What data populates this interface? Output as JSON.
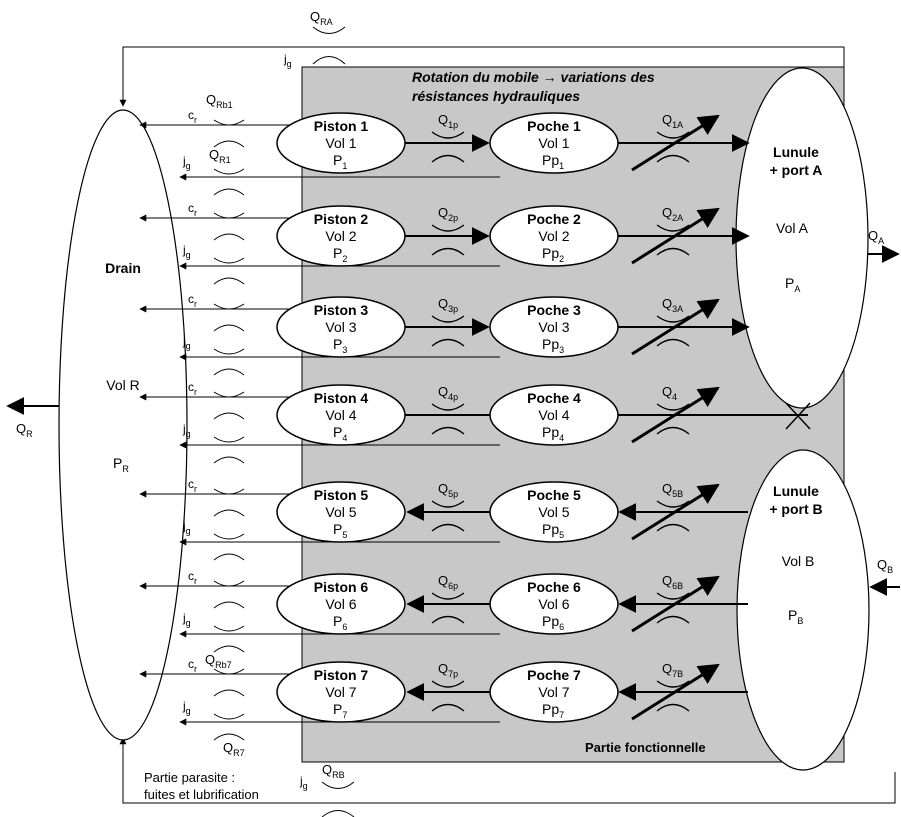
{
  "colors": {
    "functional_fill": "#c8c8c8",
    "stroke": "#000000",
    "node_fill": "#ffffff"
  },
  "header": {
    "line1": "Rotation du mobile → variations des",
    "line2": "résistances hydrauliques"
  },
  "functional_label": "Partie fonctionnelle",
  "parasitic_label": {
    "line1": "Partie parasite :",
    "line2": "fuites et lubrification"
  },
  "drain": {
    "title": "Drain",
    "vol": "Vol R",
    "p": "P",
    "p_sub": "R"
  },
  "lunule_a": {
    "title1": "Lunule",
    "title2": "+ port A",
    "vol": "Vol A",
    "p": "P",
    "p_sub": "A"
  },
  "lunule_b": {
    "title1": "Lunule",
    "title2": "+ port B",
    "vol": "Vol B",
    "p": "P",
    "p_sub": "B"
  },
  "flows": {
    "qr": "Q",
    "qr_sub": "R",
    "qa": "Q",
    "qa_sub": "A",
    "qb": "Q",
    "qb_sub": "B",
    "qra": "Q",
    "qra_sub": "RA",
    "qrb": "Q",
    "qrb_sub": "RB",
    "qrb1": "Q",
    "qrb1_sub": "Rb1",
    "qr1": "Q",
    "qr1_sub": "R1",
    "qrb7": "Q",
    "qrb7_sub": "Rb7",
    "qr7": "Q",
    "qr7_sub": "R7"
  },
  "leak": {
    "c": "c",
    "c_sub": "r",
    "j": "j",
    "j_sub": "g"
  },
  "pistons": [
    {
      "name": "Piston 1",
      "vol": "Vol 1",
      "p": "P",
      "p_sub": "1",
      "poche": "Poche 1",
      "pvol": "Vol 1",
      "pp": "Pp",
      "pp_sub": "1",
      "qp": "Q",
      "qp_sub": "1p",
      "qa": "Q",
      "qa_sub": "1A",
      "dir": "right"
    },
    {
      "name": "Piston 2",
      "vol": "Vol 2",
      "p": "P",
      "p_sub": "2",
      "poche": "Poche 2",
      "pvol": "Vol 2",
      "pp": "Pp",
      "pp_sub": "2",
      "qp": "Q",
      "qp_sub": "2p",
      "qa": "Q",
      "qa_sub": "2A",
      "dir": "right"
    },
    {
      "name": "Piston 3",
      "vol": "Vol 3",
      "p": "P",
      "p_sub": "3",
      "poche": "Poche 3",
      "pvol": "Vol 3",
      "pp": "Pp",
      "pp_sub": "3",
      "qp": "Q",
      "qp_sub": "3p",
      "qa": "Q",
      "qa_sub": "3A",
      "dir": "right"
    },
    {
      "name": "Piston 4",
      "vol": "Vol 4",
      "p": "P",
      "p_sub": "4",
      "poche": "Poche 4",
      "pvol": "Vol 4",
      "pp": "Pp",
      "pp_sub": "4",
      "qp": "Q",
      "qp_sub": "4p",
      "qa": "Q",
      "qa_sub": "4",
      "dir": "none"
    },
    {
      "name": "Piston 5",
      "vol": "Vol 5",
      "p": "P",
      "p_sub": "5",
      "poche": "Poche 5",
      "pvol": "Vol 5",
      "pp": "Pp",
      "pp_sub": "5",
      "qp": "Q",
      "qp_sub": "5p",
      "qa": "Q",
      "qa_sub": "5B",
      "dir": "left"
    },
    {
      "name": "Piston 6",
      "vol": "Vol 6",
      "p": "P",
      "p_sub": "6",
      "poche": "Poche 6",
      "pvol": "Vol 6",
      "pp": "Pp",
      "pp_sub": "6",
      "qp": "Q",
      "qp_sub": "6p",
      "qa": "Q",
      "qa_sub": "6B",
      "dir": "left"
    },
    {
      "name": "Piston 7",
      "vol": "Vol 7",
      "p": "P",
      "p_sub": "7",
      "poche": "Poche 7",
      "pvol": "Vol 7",
      "pp": "Pp",
      "pp_sub": "7",
      "qp": "Q",
      "qp_sub": "7p",
      "qa": "Q",
      "qa_sub": "7B",
      "dir": "left"
    }
  ]
}
